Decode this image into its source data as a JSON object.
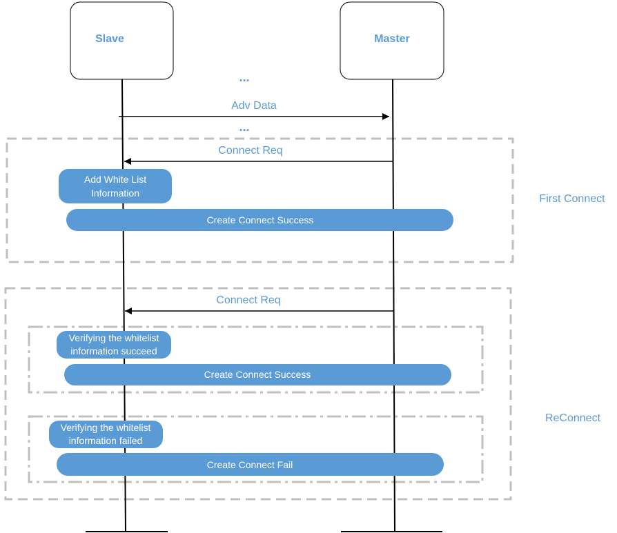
{
  "participants": {
    "slave": "Slave",
    "master": "Master"
  },
  "ellipsis_top": "...",
  "ellipsis_mid": "...",
  "messages": {
    "adv_data": "Adv Data",
    "connect_req_first": "Connect Req",
    "connect_req_re": "Connect Req"
  },
  "pills": {
    "add_white_list_1": "Add White List",
    "add_white_list_2": "Information",
    "create_success_first": "Create Connect Success",
    "verify_succeed_1": "Verifying the whitelist",
    "verify_succeed_2": "information succeed",
    "create_success_re": "Create Connect Success",
    "verify_failed_1": "Verifying the whitelist",
    "verify_failed_2": "information failed",
    "create_fail": "Create Connect Fail"
  },
  "groups": {
    "first_connect": "First Connect",
    "reconnect": "ReConnect"
  },
  "colors": {
    "accent": "#5b9bd5",
    "dashed_border": "#bfbfbf",
    "line": "#000000"
  }
}
